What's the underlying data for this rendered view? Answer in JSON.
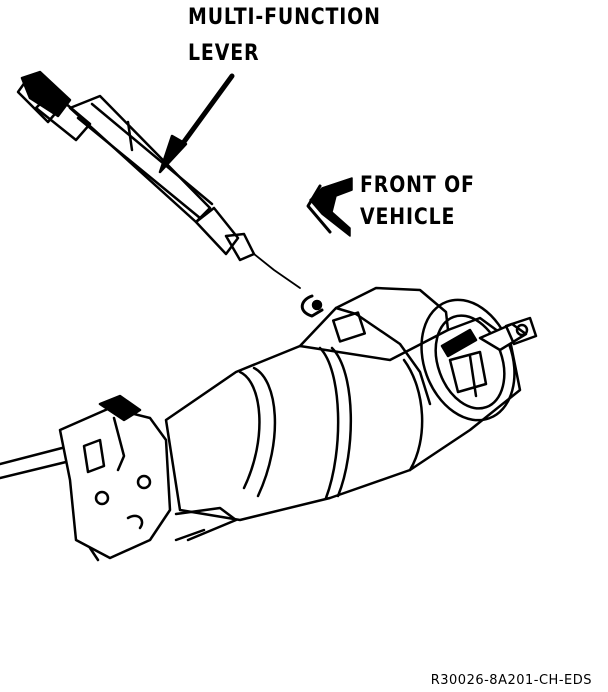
{
  "labels": {
    "lever_line1": "MULTI-FUNCTION",
    "lever_line2": "LEVER",
    "front_line1": "FRONT OF",
    "front_line2": "VEHICLE",
    "figure_code": "R30026-8A201-CH-EDS"
  },
  "colors": {
    "ink": "#000000",
    "paper": "#ffffff"
  }
}
